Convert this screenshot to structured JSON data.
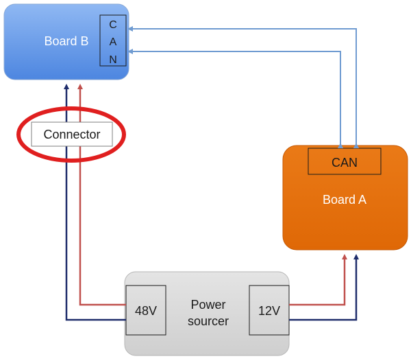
{
  "board_b": {
    "label": "Board B",
    "can_letters": [
      "C",
      "A",
      "N"
    ]
  },
  "board_a": {
    "label": "Board A",
    "can_label": "CAN"
  },
  "connector": {
    "label": "Connector"
  },
  "power": {
    "label_line1": "Power",
    "label_line2": "sourcer",
    "port_48v": "48V",
    "port_12v": "12V"
  },
  "colors": {
    "board_b_fill": "#6fa0e8",
    "board_a_fill": "#e36c09",
    "power_fill": "#d9d9d9",
    "wire_positive": "#c0504d",
    "wire_negative": "#1f2d6b",
    "can_line": "#6f9bd1",
    "highlight_ring": "#e01f1f"
  }
}
